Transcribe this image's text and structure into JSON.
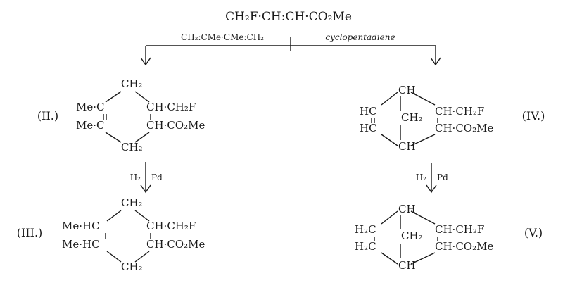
{
  "starting_material": "CH₂F·CH:CH·CO₂Me",
  "reagents": {
    "left": "CH₂:CMe·CMe:CH₂",
    "right": "cyclopentadiene",
    "hydrogenation_left": "H₂",
    "hydrogenation_right": "H₂",
    "catalyst_left": "Pd",
    "catalyst_right": "Pd"
  },
  "compounds": {
    "II": {
      "label": "(II.)",
      "top": "CH₂",
      "upper_left": "Me·C",
      "lower_left": "Me·C",
      "upper_right": "CH·CH₂F",
      "lower_right": "CH·CO₂Me",
      "bottom": "CH₂"
    },
    "III": {
      "label": "(III.)",
      "top": "CH₂",
      "upper_left": "Me·HC",
      "lower_left": "Me·HC",
      "upper_right": "CH·CH₂F",
      "lower_right": "CH·CO₂Me",
      "bottom": "CH₂"
    },
    "IV": {
      "label": "(IV.)",
      "top": "CH",
      "upper_left": "HC",
      "lower_left": "HC",
      "bridge": "CH₂",
      "upper_right": "CH·CH₂F",
      "lower_right": "CH·CO₂Me",
      "bottom": "CH"
    },
    "V": {
      "label": "(V.)",
      "top": "CH",
      "upper_left": "H₂C",
      "lower_left": "H₂C",
      "bridge": "CH₂",
      "upper_right": "CH·CH₂F",
      "lower_right": "CH·CO₂Me",
      "bottom": "CH"
    }
  }
}
